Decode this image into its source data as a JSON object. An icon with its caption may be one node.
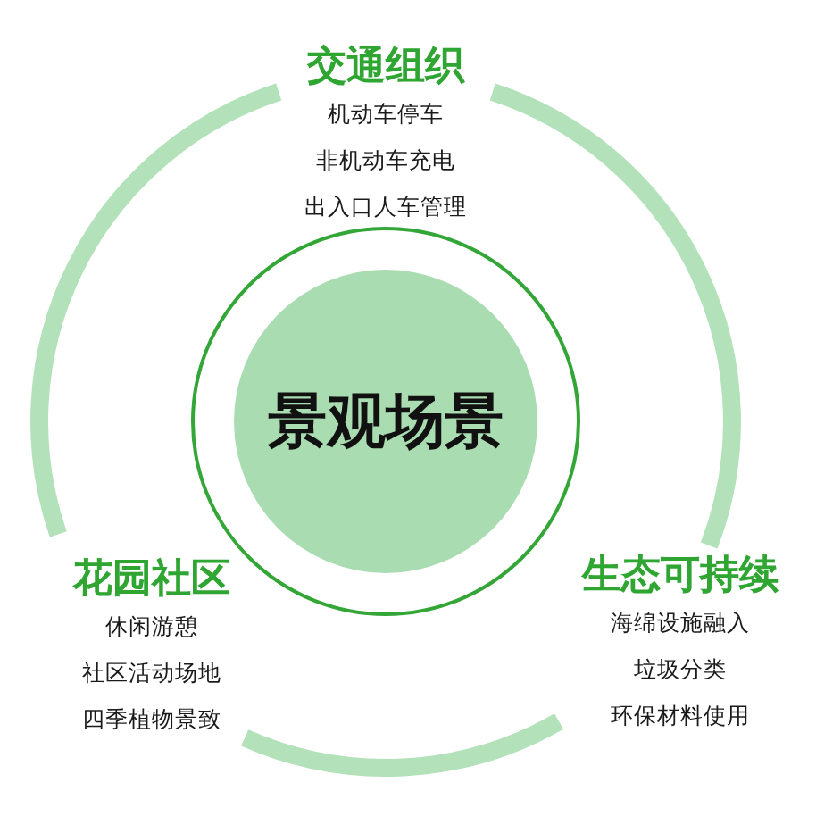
{
  "diagram": {
    "nodes": [
      {
        "text": [
          "景观场景"
        ]
      },
      {
        "text": [
          "交通组织",
          "机动车停车",
          "非机动车充电",
          "出入口人车管理"
        ]
      },
      {
        "text": [
          "花园社区",
          "休闲游憩",
          "社区活动场地",
          "四季植物景致"
        ]
      },
      {
        "text": [
          "生态可持续",
          "海绵设施融入",
          "垃圾分类",
          "环保材料使用"
        ]
      }
    ]
  }
}
